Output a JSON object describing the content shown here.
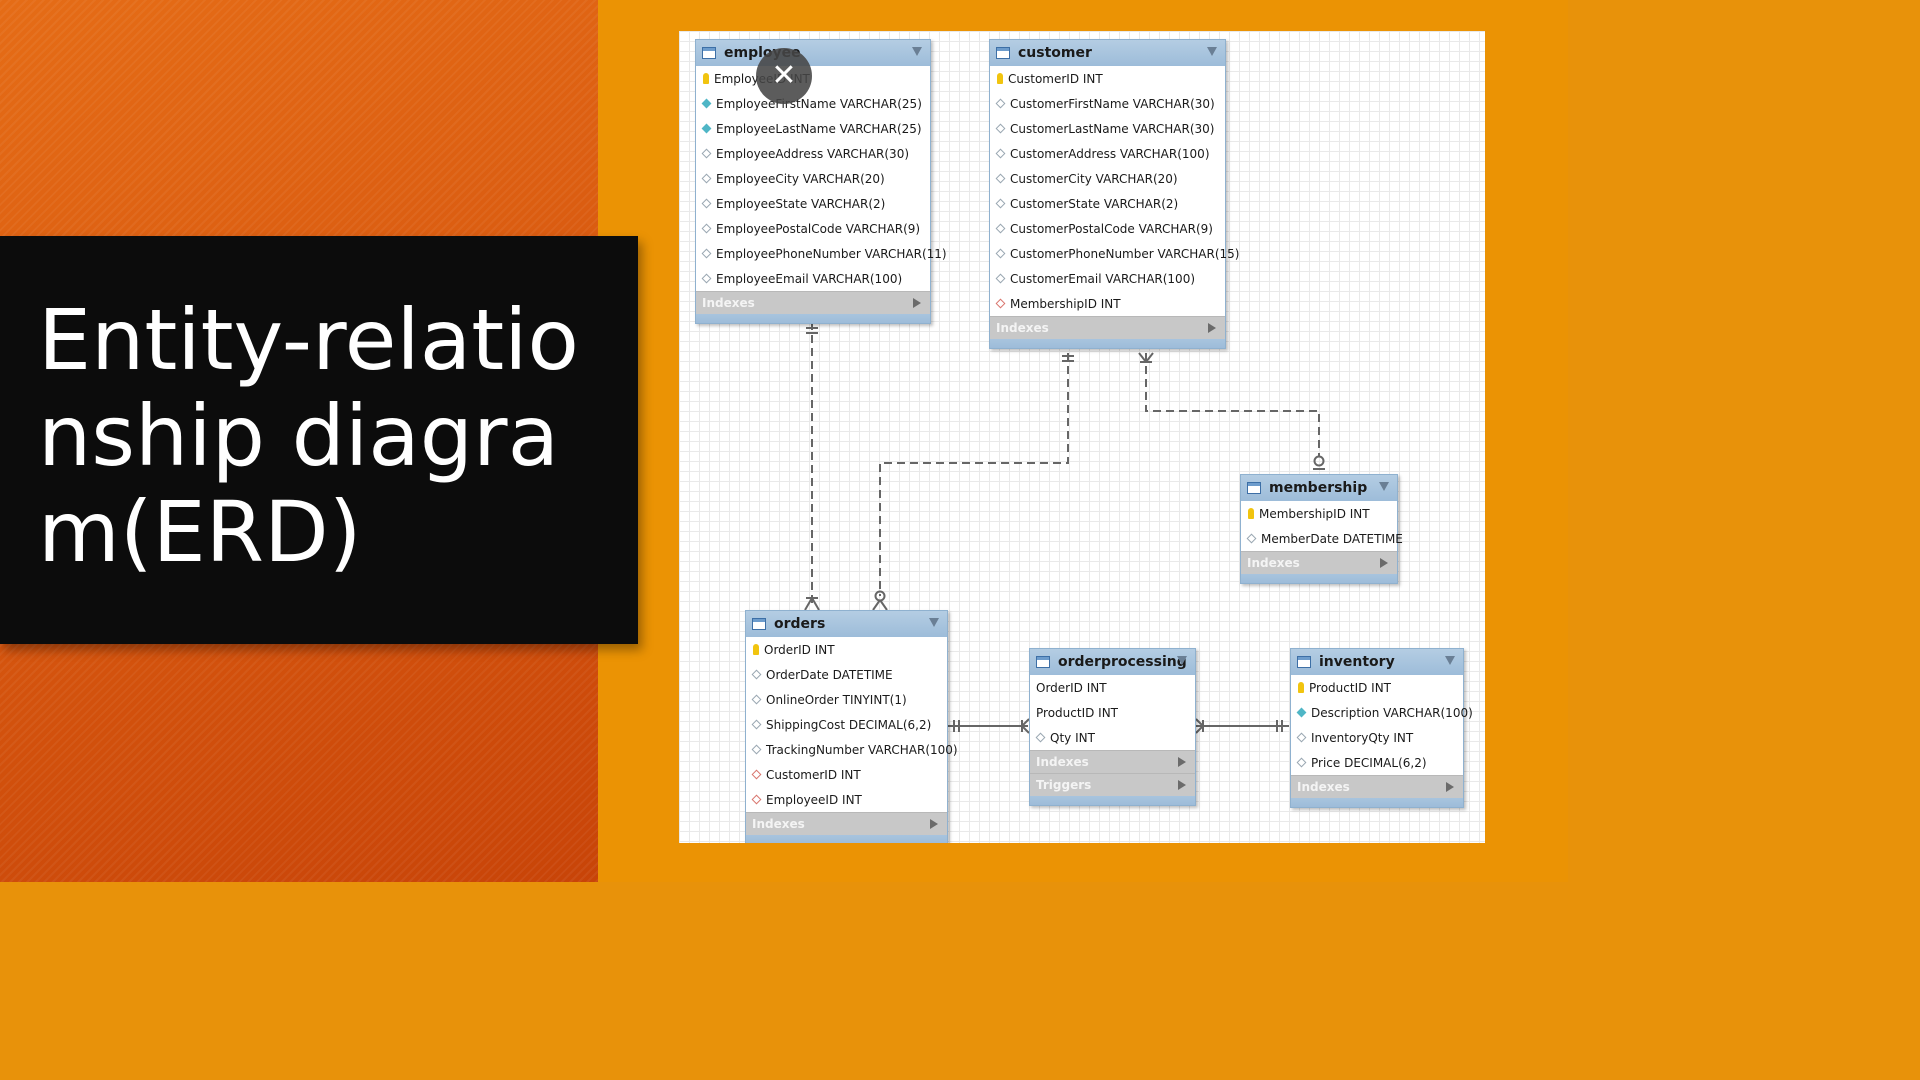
{
  "title": "Entity-relationship diagram(ERD)",
  "close_glyph": "✕",
  "icons": {
    "primary_key": "key-icon",
    "column": "diamond-icon",
    "table": "table-icon"
  },
  "colors": {
    "slide_left": "#d95a10",
    "slide_right": "#eb9304",
    "title_box": "#0c0c0c",
    "entity_header": "#9dbcd9"
  },
  "entities": {
    "employee": {
      "name": "employee",
      "columns": [
        {
          "text": "EmployeeID INT",
          "icon": "key"
        },
        {
          "text": "EmployeeFirstName VARCHAR(25)",
          "icon": "d-teal"
        },
        {
          "text": "EmployeeLastName VARCHAR(25)",
          "icon": "d-teal"
        },
        {
          "text": "EmployeeAddress VARCHAR(30)",
          "icon": "d-empty"
        },
        {
          "text": "EmployeeCity VARCHAR(20)",
          "icon": "d-empty"
        },
        {
          "text": "EmployeeState VARCHAR(2)",
          "icon": "d-empty"
        },
        {
          "text": "EmployeePostalCode VARCHAR(9)",
          "icon": "d-empty"
        },
        {
          "text": "EmployeePhoneNumber VARCHAR(11)",
          "icon": "d-empty"
        },
        {
          "text": "EmployeeEmail VARCHAR(100)",
          "icon": "d-empty"
        }
      ],
      "sections": [
        "Indexes"
      ]
    },
    "customer": {
      "name": "customer",
      "columns": [
        {
          "text": "CustomerID INT",
          "icon": "key"
        },
        {
          "text": "CustomerFirstName VARCHAR(30)",
          "icon": "d-empty"
        },
        {
          "text": "CustomerLastName VARCHAR(30)",
          "icon": "d-empty"
        },
        {
          "text": "CustomerAddress VARCHAR(100)",
          "icon": "d-empty"
        },
        {
          "text": "CustomerCity VARCHAR(20)",
          "icon": "d-empty"
        },
        {
          "text": "CustomerState VARCHAR(2)",
          "icon": "d-empty"
        },
        {
          "text": "CustomerPostalCode VARCHAR(9)",
          "icon": "d-empty"
        },
        {
          "text": "CustomerPhoneNumber VARCHAR(15)",
          "icon": "d-empty"
        },
        {
          "text": "CustomerEmail VARCHAR(100)",
          "icon": "d-empty"
        },
        {
          "text": "MembershipID INT",
          "icon": "d-red"
        }
      ],
      "sections": [
        "Indexes"
      ]
    },
    "membership": {
      "name": "membership",
      "columns": [
        {
          "text": "MembershipID INT",
          "icon": "key"
        },
        {
          "text": "MemberDate DATETIME",
          "icon": "d-empty"
        }
      ],
      "sections": [
        "Indexes"
      ]
    },
    "orders": {
      "name": "orders",
      "columns": [
        {
          "text": "OrderID INT",
          "icon": "key"
        },
        {
          "text": "OrderDate DATETIME",
          "icon": "d-empty"
        },
        {
          "text": "OnlineOrder TINYINT(1)",
          "icon": "d-empty"
        },
        {
          "text": "ShippingCost DECIMAL(6,2)",
          "icon": "d-empty"
        },
        {
          "text": "TrackingNumber VARCHAR(100)",
          "icon": "d-empty"
        },
        {
          "text": "CustomerID INT",
          "icon": "d-red"
        },
        {
          "text": "EmployeeID INT",
          "icon": "d-red"
        }
      ],
      "sections": [
        "Indexes"
      ]
    },
    "orderprocessing": {
      "name": "orderprocessing",
      "columns": [
        {
          "text": "OrderID INT",
          "icon": "none"
        },
        {
          "text": "ProductID INT",
          "icon": "none"
        },
        {
          "text": "Qty INT",
          "icon": "d-empty"
        }
      ],
      "sections": [
        "Indexes",
        "Triggers"
      ]
    },
    "inventory": {
      "name": "inventory",
      "columns": [
        {
          "text": "ProductID INT",
          "icon": "key"
        },
        {
          "text": "Description VARCHAR(100)",
          "icon": "d-teal"
        },
        {
          "text": "InventoryQty INT",
          "icon": "d-empty"
        },
        {
          "text": "Price DECIMAL(6,2)",
          "icon": "d-empty"
        }
      ],
      "sections": [
        "Indexes"
      ]
    }
  }
}
